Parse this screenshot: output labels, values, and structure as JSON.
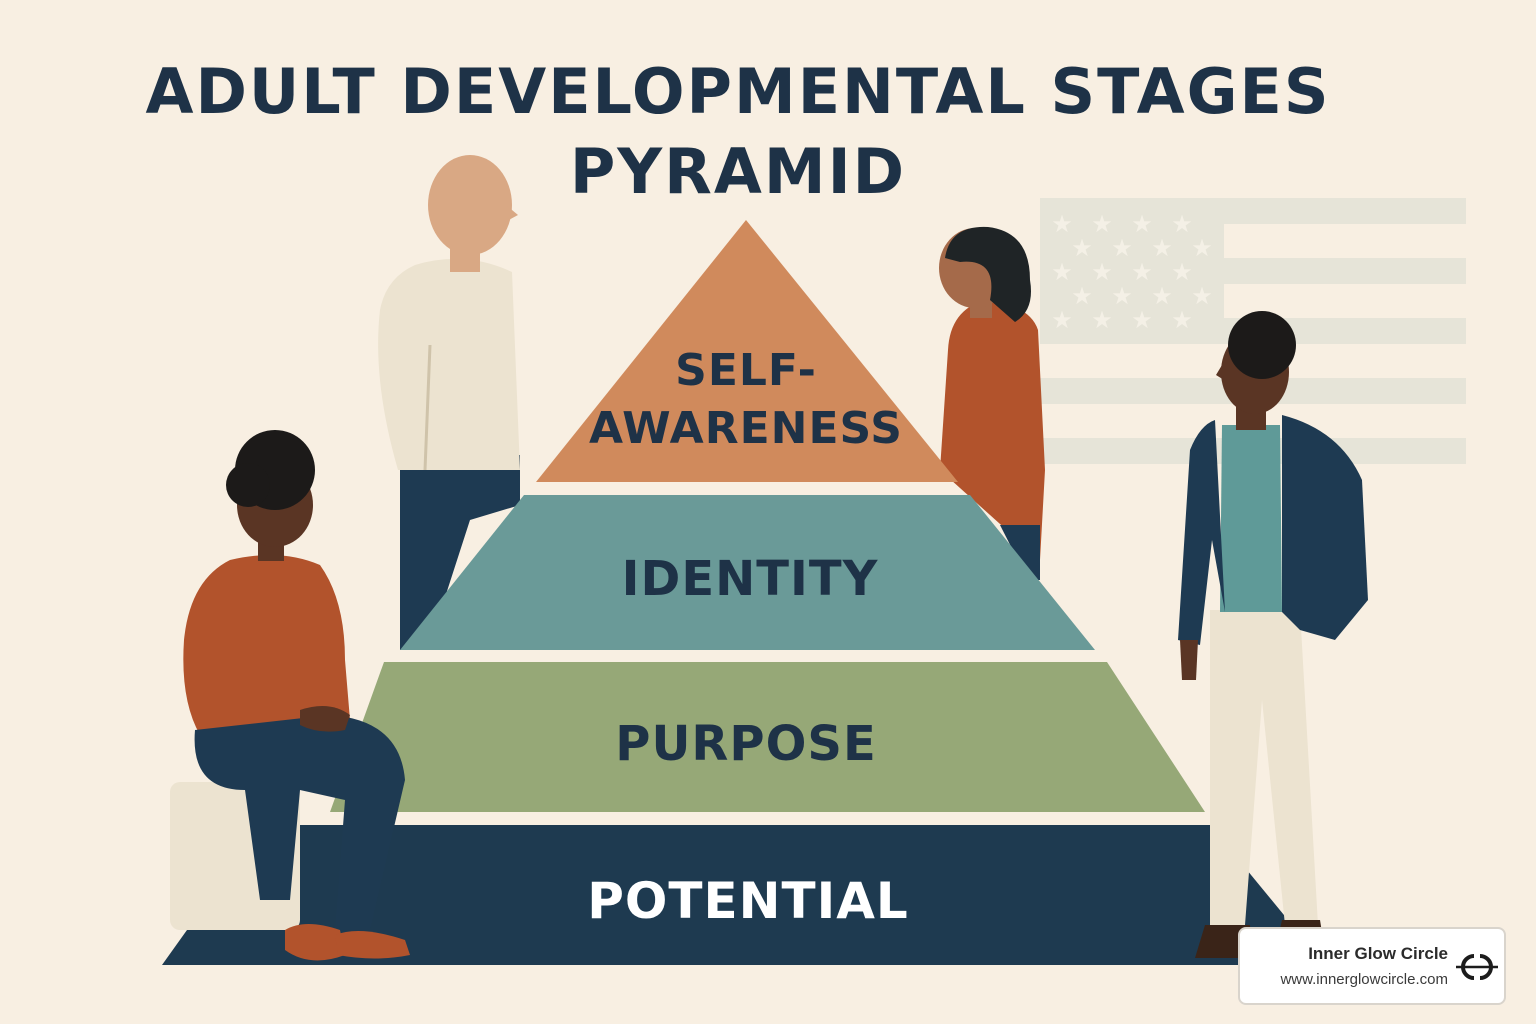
{
  "title": {
    "line1": "ADULT DEVELOPMENTAL STAGES",
    "line2": "PYRAMID"
  },
  "pyramid": {
    "tiers": [
      {
        "line1": "SELF-",
        "line2": "AWARENESS",
        "color": "#d08a5c",
        "text_color": "#1e3247"
      },
      {
        "line1": "IDENTITY",
        "color": "#6a9a98",
        "text_color": "#1e3247"
      },
      {
        "line1": "PURPOSE",
        "color": "#96a877",
        "text_color": "#1e3247"
      },
      {
        "line1": "POTENTIAL",
        "color": "#1e3a50",
        "text_color": "#ffffff"
      }
    ]
  },
  "logo": {
    "name": "Inner Glow Circle",
    "url": "www.innerglowcircle.com"
  },
  "colors": {
    "background": "#f8efe2",
    "title": "#1e3247",
    "flag": "#e6e4d8"
  }
}
